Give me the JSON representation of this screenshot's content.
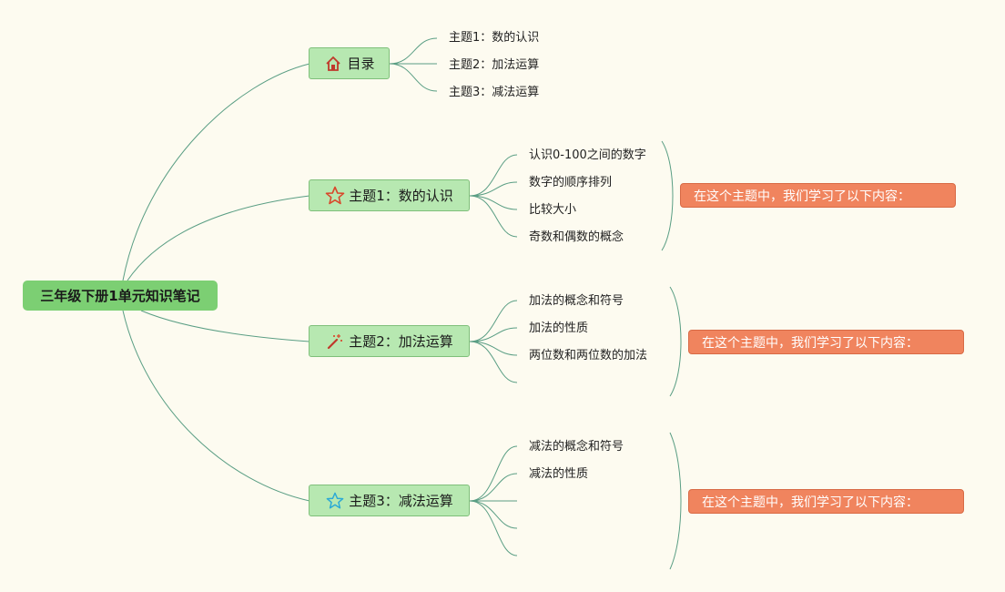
{
  "root": {
    "label": "三年级下册1单元知识笔记"
  },
  "topics": [
    {
      "label": "目录",
      "icon": "home-icon",
      "icon_color": "#c0392b",
      "children": [
        "主题1：数的认识",
        "主题2：加法运算",
        "主题3：减法运算"
      ]
    },
    {
      "label": "主题1：数的认识",
      "icon": "star-outline-icon",
      "icon_color": "#d9472b",
      "children": [
        "认识0-100之间的数字",
        "数字的顺序排列",
        "比较大小",
        "奇数和偶数的概念"
      ],
      "summary": "在这个主题中，我们学习了以下内容："
    },
    {
      "label": "主题2：加法运算",
      "icon": "magic-wand-icon",
      "icon_color": "#c0392b",
      "children": [
        "加法的概念和符号",
        "加法的性质",
        "两位数和两位数的加法",
        ""
      ],
      "summary": "在这个主题中，我们学习了以下内容："
    },
    {
      "label": "主题3：减法运算",
      "icon": "star-outline-icon",
      "icon_color": "#2aa9d6",
      "children": [
        "减法的概念和符号",
        "减法的性质",
        "",
        "",
        ""
      ],
      "summary": "在这个主题中，我们学习了以下内容："
    }
  ],
  "colors": {
    "line": "#5a9e84",
    "root": "#7ccf73",
    "topic": "#b7e8b1",
    "summary": "#f0845e",
    "background": "#fdfbf0"
  }
}
